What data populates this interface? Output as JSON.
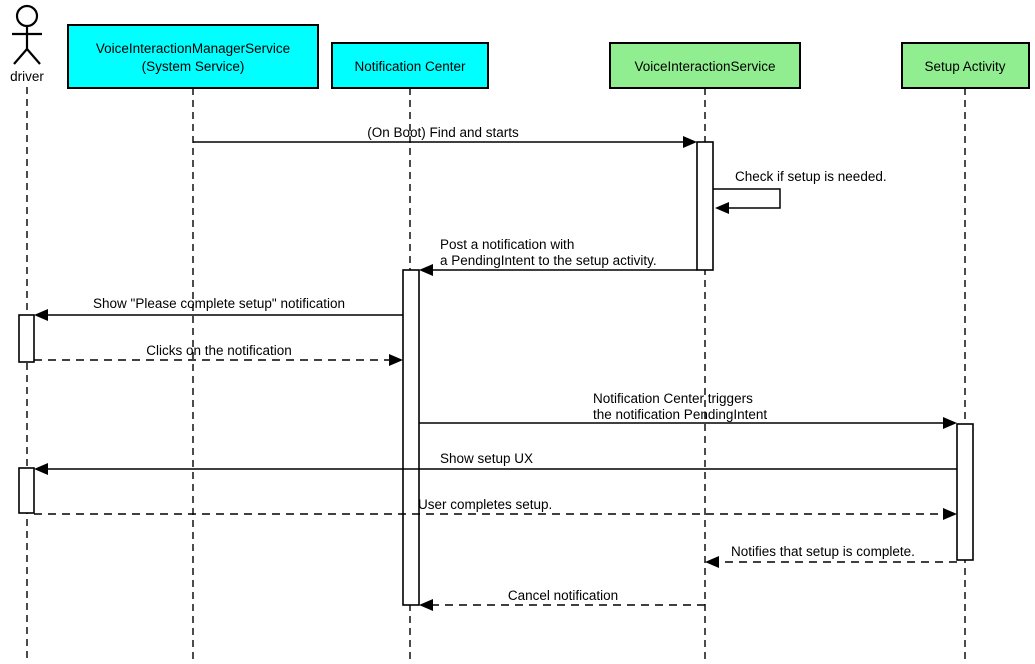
{
  "colors": {
    "box_cyan": "#00ffff",
    "box_green": "#90ee90",
    "stroke": "#000000",
    "background": "#ffffff"
  },
  "actor": {
    "label": "driver"
  },
  "participants": [
    {
      "id": "voice-interaction-manager-service",
      "label_line1": "VoiceInteractionManagerService",
      "label_line2": "(System Service)",
      "color": "#00ffff"
    },
    {
      "id": "notification-center",
      "label": "Notification Center",
      "color": "#00ffff"
    },
    {
      "id": "voice-interaction-service",
      "label": "VoiceInteractionService",
      "color": "#90ee90"
    },
    {
      "id": "setup-activity",
      "label": "Setup Activity",
      "color": "#90ee90"
    }
  ],
  "messages": [
    {
      "label": "(On Boot) Find and starts",
      "from": "VoiceInteractionManagerService (System Service)",
      "to": "VoiceInteractionService",
      "line": "solid"
    },
    {
      "label": "Check if setup is needed.",
      "from": "VoiceInteractionService",
      "to": "VoiceInteractionService",
      "line": "solid-self"
    },
    {
      "label_line1": "Post a notification with",
      "label_line2": "a PendingIntent to the setup activity.",
      "from": "VoiceInteractionService",
      "to": "Notification Center",
      "line": "solid"
    },
    {
      "label": "Show \"Please complete setup\" notification",
      "from": "Notification Center",
      "to": "driver",
      "line": "solid"
    },
    {
      "label": "Clicks on the notification",
      "from": "driver",
      "to": "Notification Center",
      "line": "dashed"
    },
    {
      "label_line1": "Notification Center triggers",
      "label_line2": "the notification PendingIntent",
      "from": "Notification Center",
      "to": "Setup Activity",
      "line": "solid"
    },
    {
      "label": "Show setup UX",
      "from": "Setup Activity",
      "to": "driver",
      "line": "solid"
    },
    {
      "label": "User completes setup.",
      "from": "driver",
      "to": "Setup Activity",
      "line": "dashed"
    },
    {
      "label": "Notifies that setup is complete.",
      "from": "Setup Activity",
      "to": "VoiceInteractionService",
      "line": "dashed"
    },
    {
      "label": "Cancel notification",
      "from": "VoiceInteractionService",
      "to": "Notification Center",
      "line": "dashed"
    }
  ]
}
